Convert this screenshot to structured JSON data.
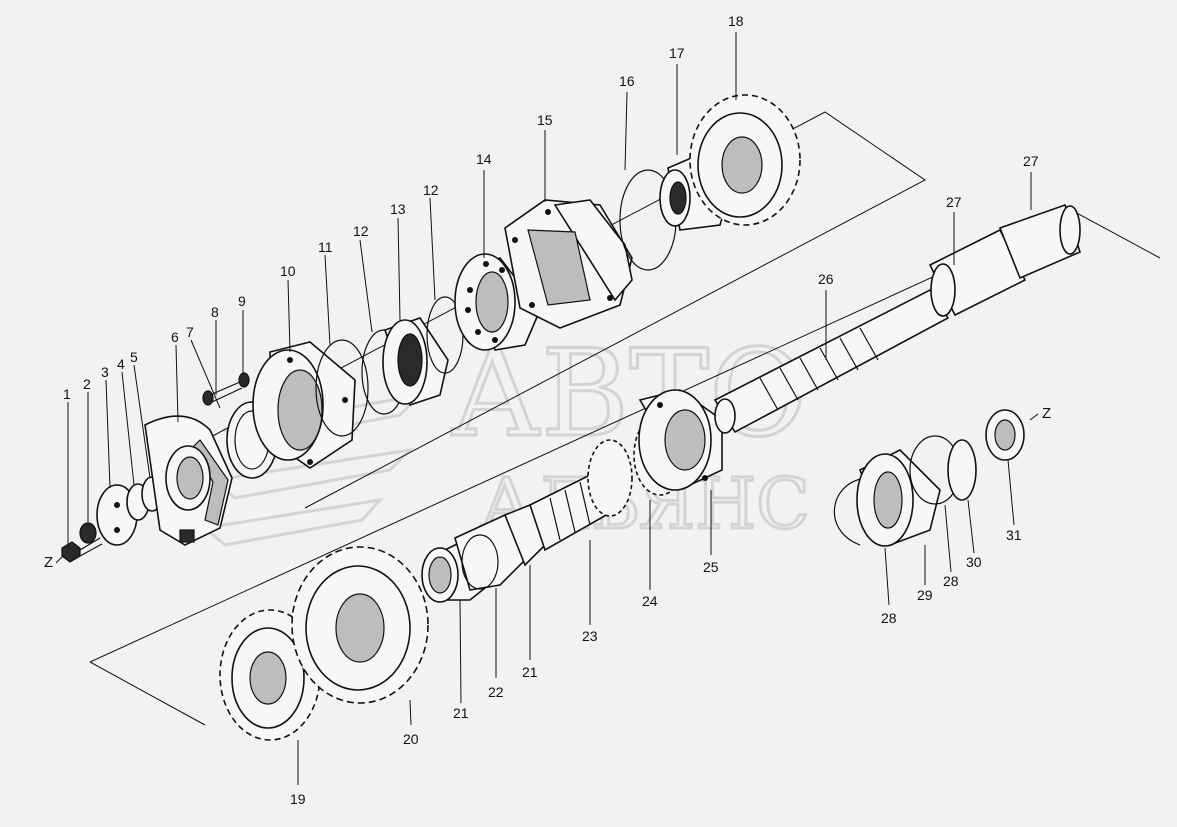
{
  "watermark": {
    "line1": "АВТО",
    "line2": "АЛЬЯНС"
  },
  "axis_labels": [
    "Z",
    "Z"
  ],
  "callouts": [
    "1",
    "2",
    "3",
    "4",
    "5",
    "6",
    "7",
    "8",
    "9",
    "10",
    "11",
    "12",
    "12",
    "13",
    "14",
    "15",
    "16",
    "17",
    "18",
    "19",
    "20",
    "21",
    "21",
    "22",
    "23",
    "24",
    "25",
    "26",
    "27",
    "27",
    "28",
    "28",
    "29",
    "30",
    "31"
  ],
  "colors": {
    "ink": "#111111",
    "paper": "#f2f2f2",
    "watermark": "#d6d6d6"
  }
}
